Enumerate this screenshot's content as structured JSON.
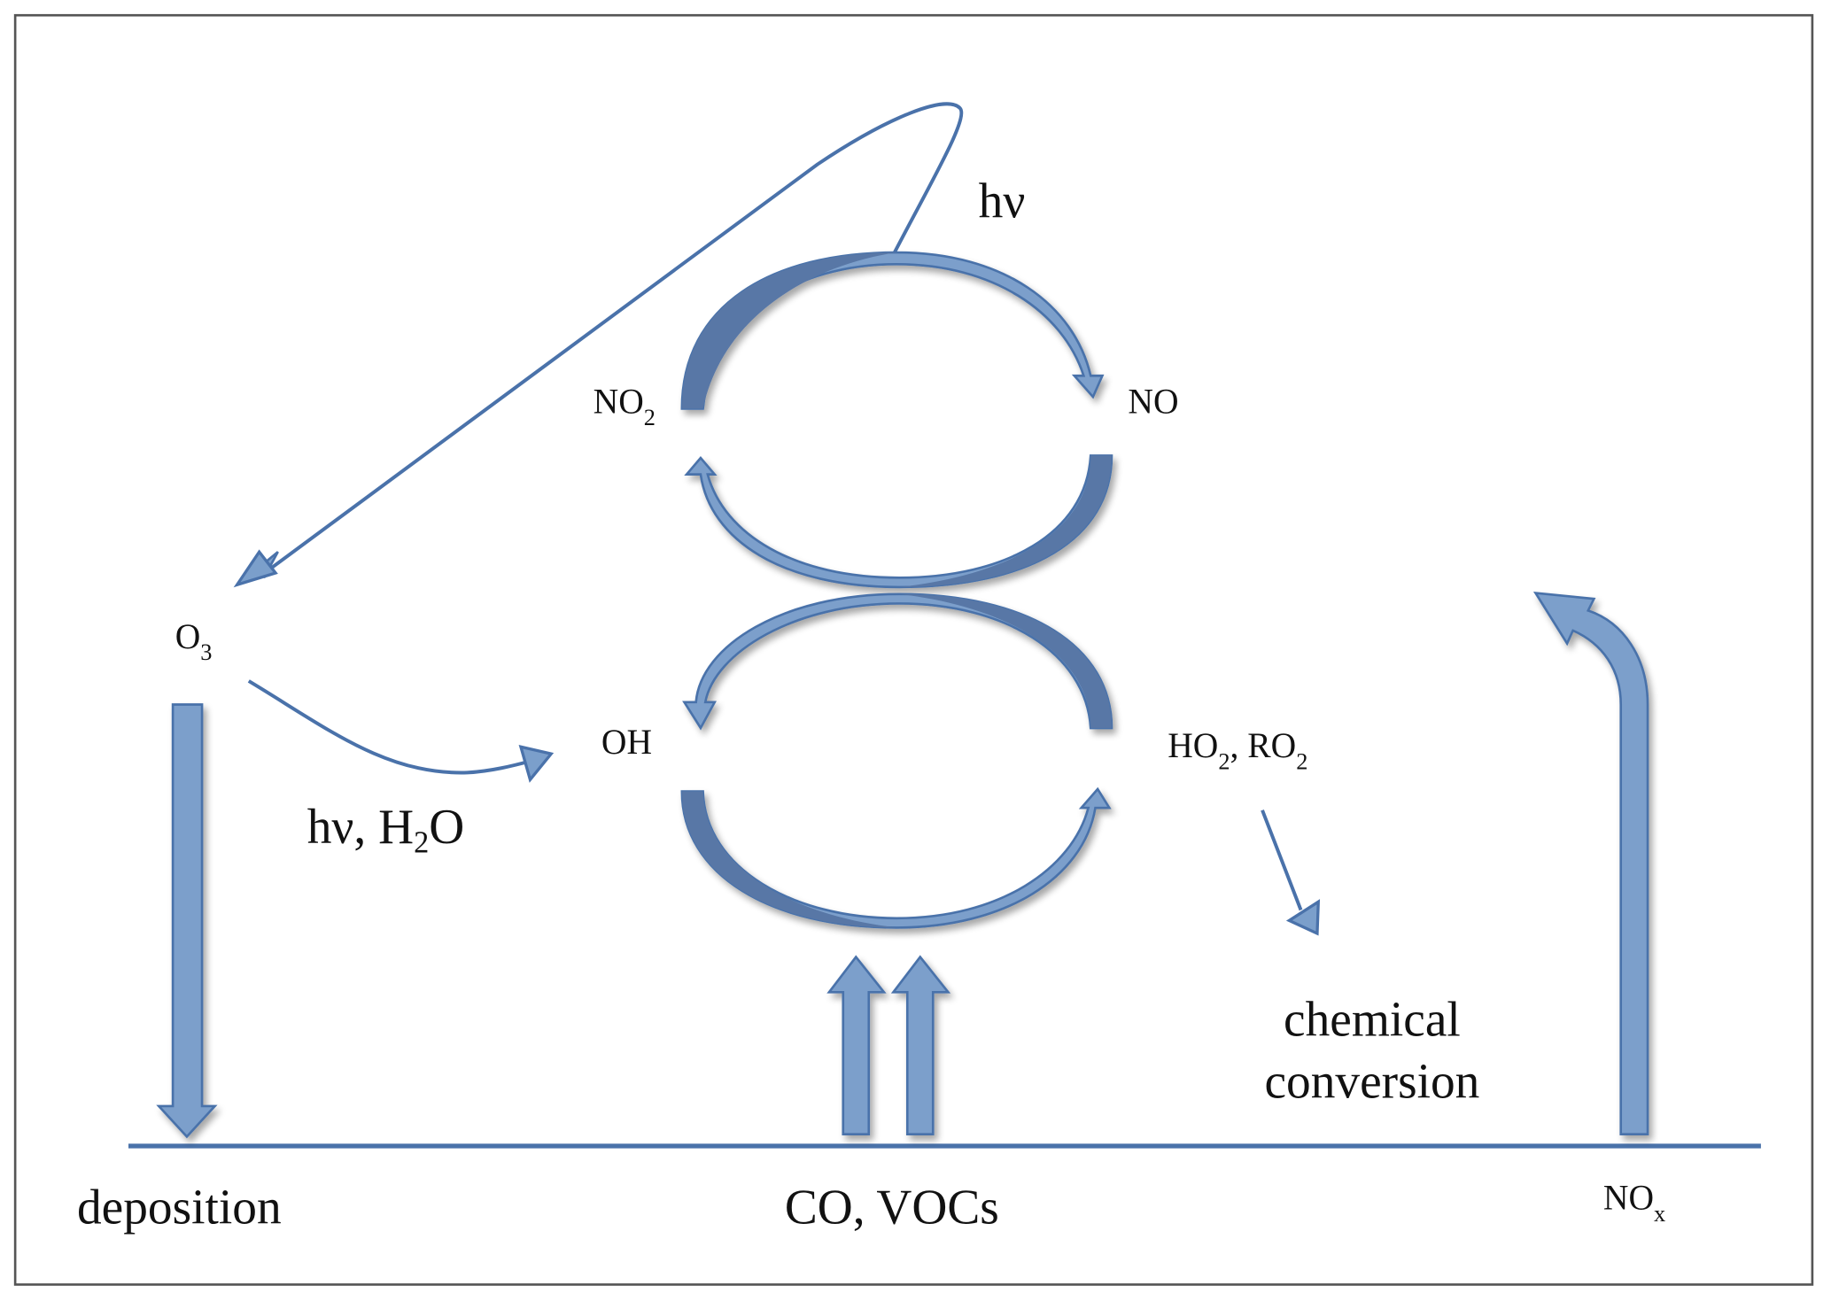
{
  "diagram": {
    "colors": {
      "line": "#4a72aa",
      "arrow_fill": "#7b9fcb",
      "arrow_dark": "#5877a6",
      "frame": "#555555"
    },
    "nodes": {
      "no2": {
        "base": "NO",
        "sub": "2"
      },
      "no": {
        "base": "NO"
      },
      "o3": {
        "base": "O",
        "sub": "3"
      },
      "oh": {
        "base": "OH"
      },
      "ho2_ro2": {
        "part1": "HO",
        "sub1": "2",
        "part2": ", RO",
        "sub2": "2"
      },
      "nox": {
        "base": "NO",
        "sub": "x"
      }
    },
    "labels": {
      "hv_top": "hν",
      "hv_h2o": {
        "part1": "hν, H",
        "sub": "2",
        "part2": "O"
      },
      "chemical_line1": "chemical",
      "chemical_line2": "conversion",
      "deposition": "deposition",
      "co_vocs": "CO, VOCs"
    }
  }
}
